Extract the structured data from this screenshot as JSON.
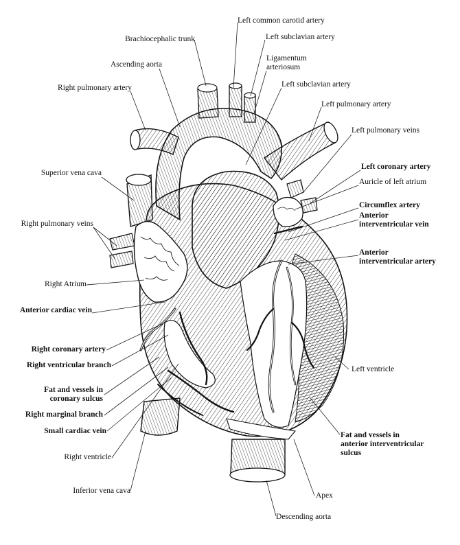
{
  "labels": {
    "left_common_carotid": "Left common carotid artery",
    "left_subclavian_top": "Left subclavian artery",
    "brachiocephalic": "Brachiocephalic trunk",
    "ligamentum": "Ligamentum\narteriosum",
    "ascending_aorta": "Ascending aorta",
    "left_subclavian_2": "Left subclavian artery",
    "right_pulmonary_artery": "Right pulmonary artery",
    "left_pulmonary_artery": "Left pulmonary artery",
    "left_pulmonary_veins": "Left pulmonary veins",
    "left_coronary_artery": "Left coronary artery",
    "superior_vena_cava": "Superior vena cava",
    "auricle_left_atrium": "Auricle of left atrium",
    "circumflex": "Circumflex artery",
    "ant_interventricular_vein": "Anterior\ninterventricular vein",
    "right_pulmonary_veins": "Right pulmonary veins",
    "ant_interventricular_artery": "Anterior\ninterventricular artery",
    "right_atrium": "Right Atrium",
    "anterior_cardiac_vein": "Anterior cardiac vein",
    "right_coronary_artery": "Right coronary artery",
    "right_ventricular_branch": "Right ventricular branch",
    "left_ventricle": "Left ventricle",
    "fat_coronary_sulcus": "Fat and vessels in\ncoronary sulcus",
    "right_marginal_branch": "Right marginal branch",
    "small_cardiac_vein": "Small cardiac vein",
    "fat_ant_sulcus": "Fat and vessels in\nanterior interventricular\nsulcus",
    "right_ventricle": "Right ventricle",
    "inferior_vena_cava": "Inferior vena cava",
    "apex": "Apex",
    "descending_aorta": "Descending aorta"
  }
}
